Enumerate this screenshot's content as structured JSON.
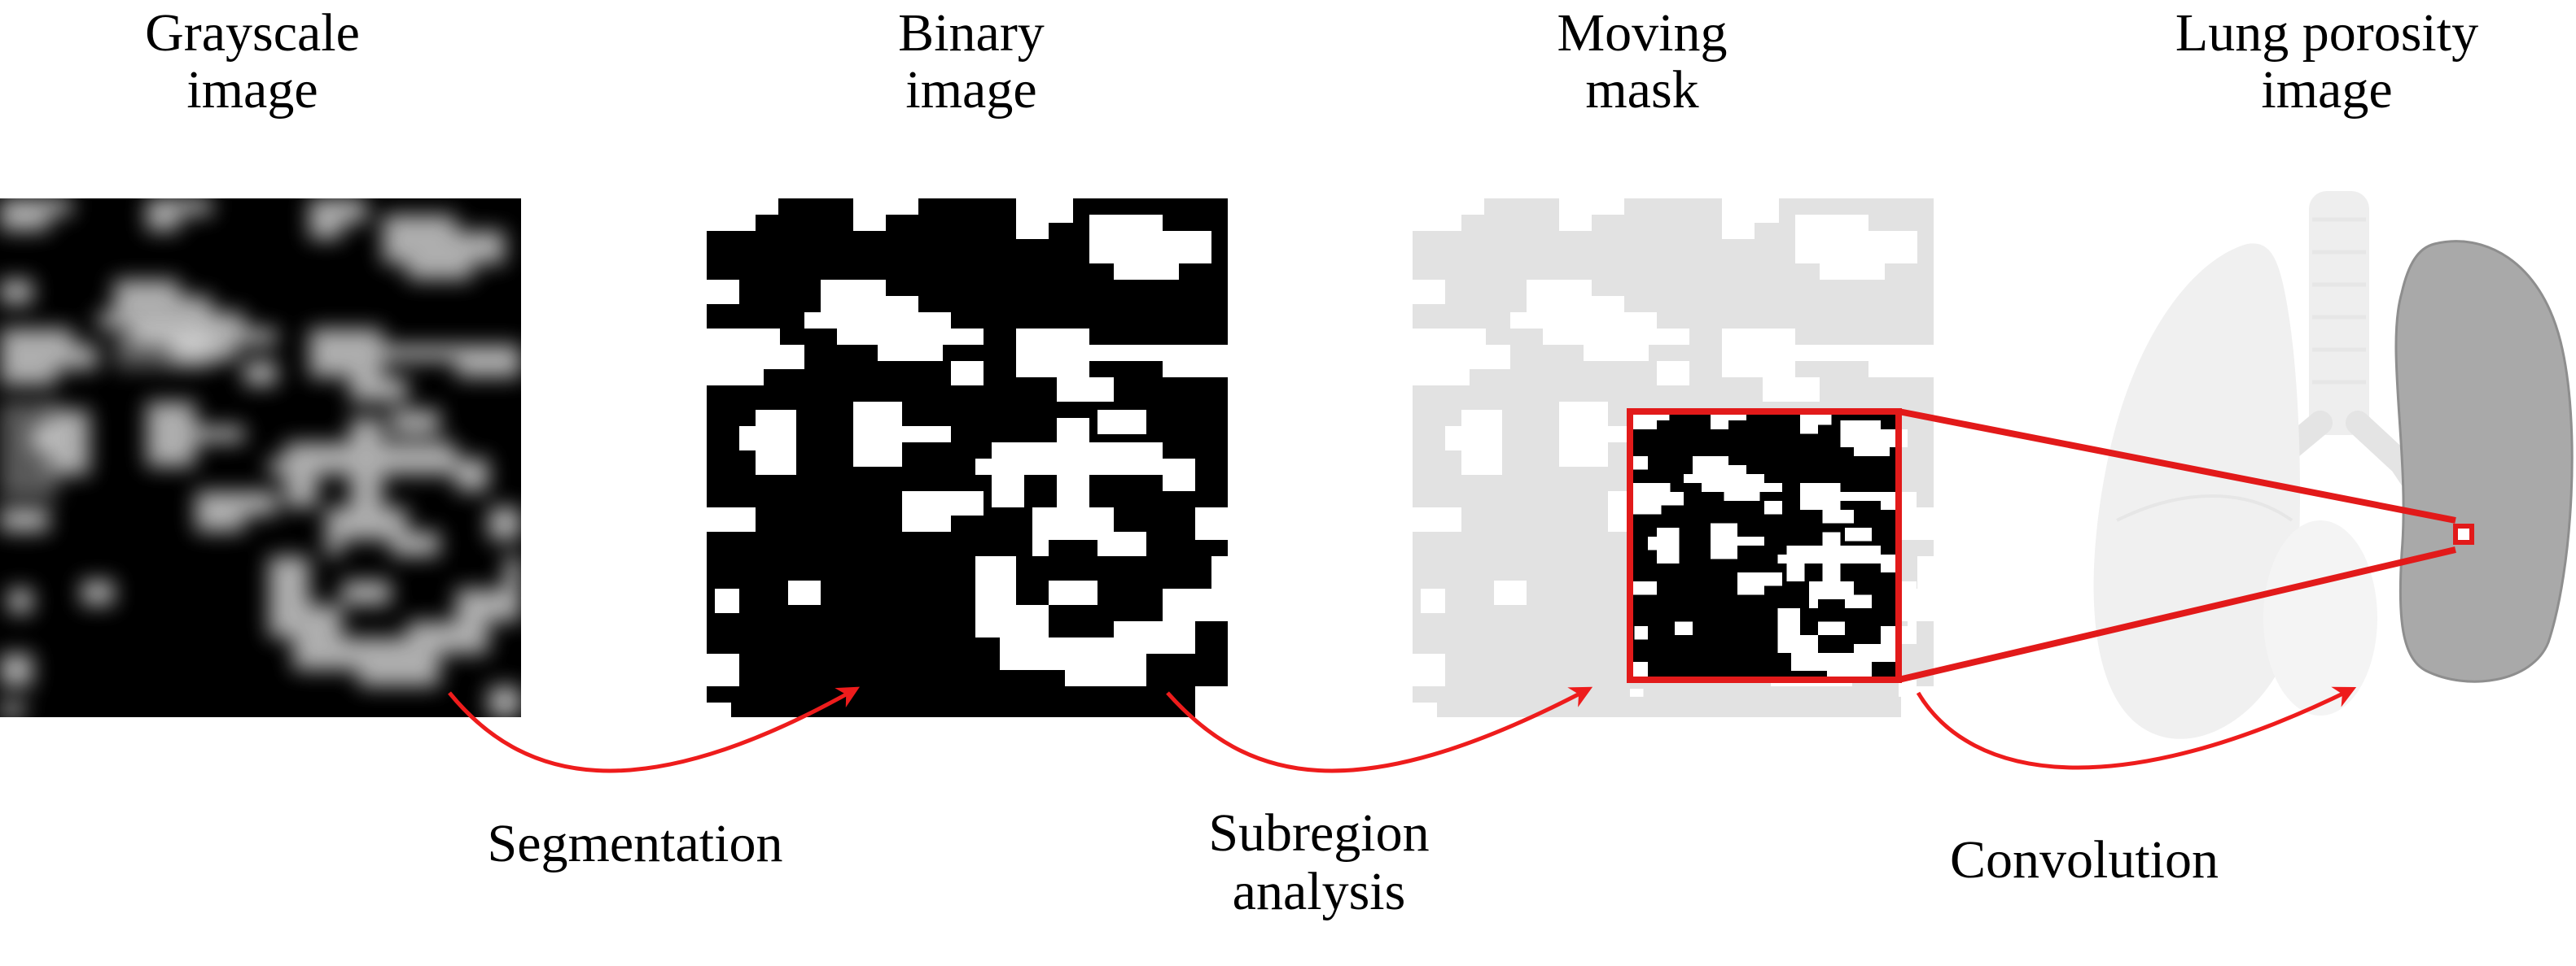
{
  "panels": {
    "grayscale": {
      "title_line1": "Grayscale",
      "title_line2": "image"
    },
    "binary": {
      "title_line1": "Binary",
      "title_line2": "image"
    },
    "mask": {
      "title_line1": "Moving",
      "title_line2": "mask"
    },
    "lung": {
      "title_line1": "Lung porosity",
      "title_line2": "image"
    }
  },
  "steps": {
    "segmentation": "Segmentation",
    "subregion_line1": "Subregion",
    "subregion_line2": "analysis",
    "convolution": "Convolution"
  },
  "colors": {
    "arrow": "#ee1c1c",
    "highlight_box": "#e21a1a",
    "binary_dark": "#000000",
    "binary_light": "#ffffff",
    "mask_light": "#dcdcdc",
    "lung_faded": "#efefef",
    "lung_highlight": "#a9a9a9"
  }
}
